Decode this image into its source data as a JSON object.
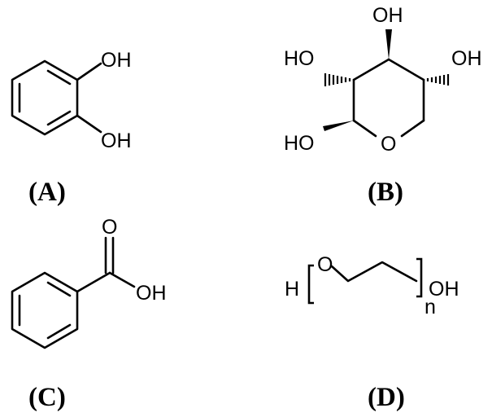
{
  "panels": {
    "a": {
      "label": "(A)",
      "atoms": [
        "OH",
        "OH"
      ]
    },
    "b": {
      "label": "(B)",
      "atoms": [
        "OH",
        "HO",
        "OH",
        "HO",
        "O"
      ]
    },
    "c": {
      "label": "(C)",
      "atoms": [
        "O",
        "OH"
      ]
    },
    "d": {
      "label": "(D)",
      "atoms": [
        "H",
        "O",
        "n",
        "OH"
      ]
    }
  }
}
